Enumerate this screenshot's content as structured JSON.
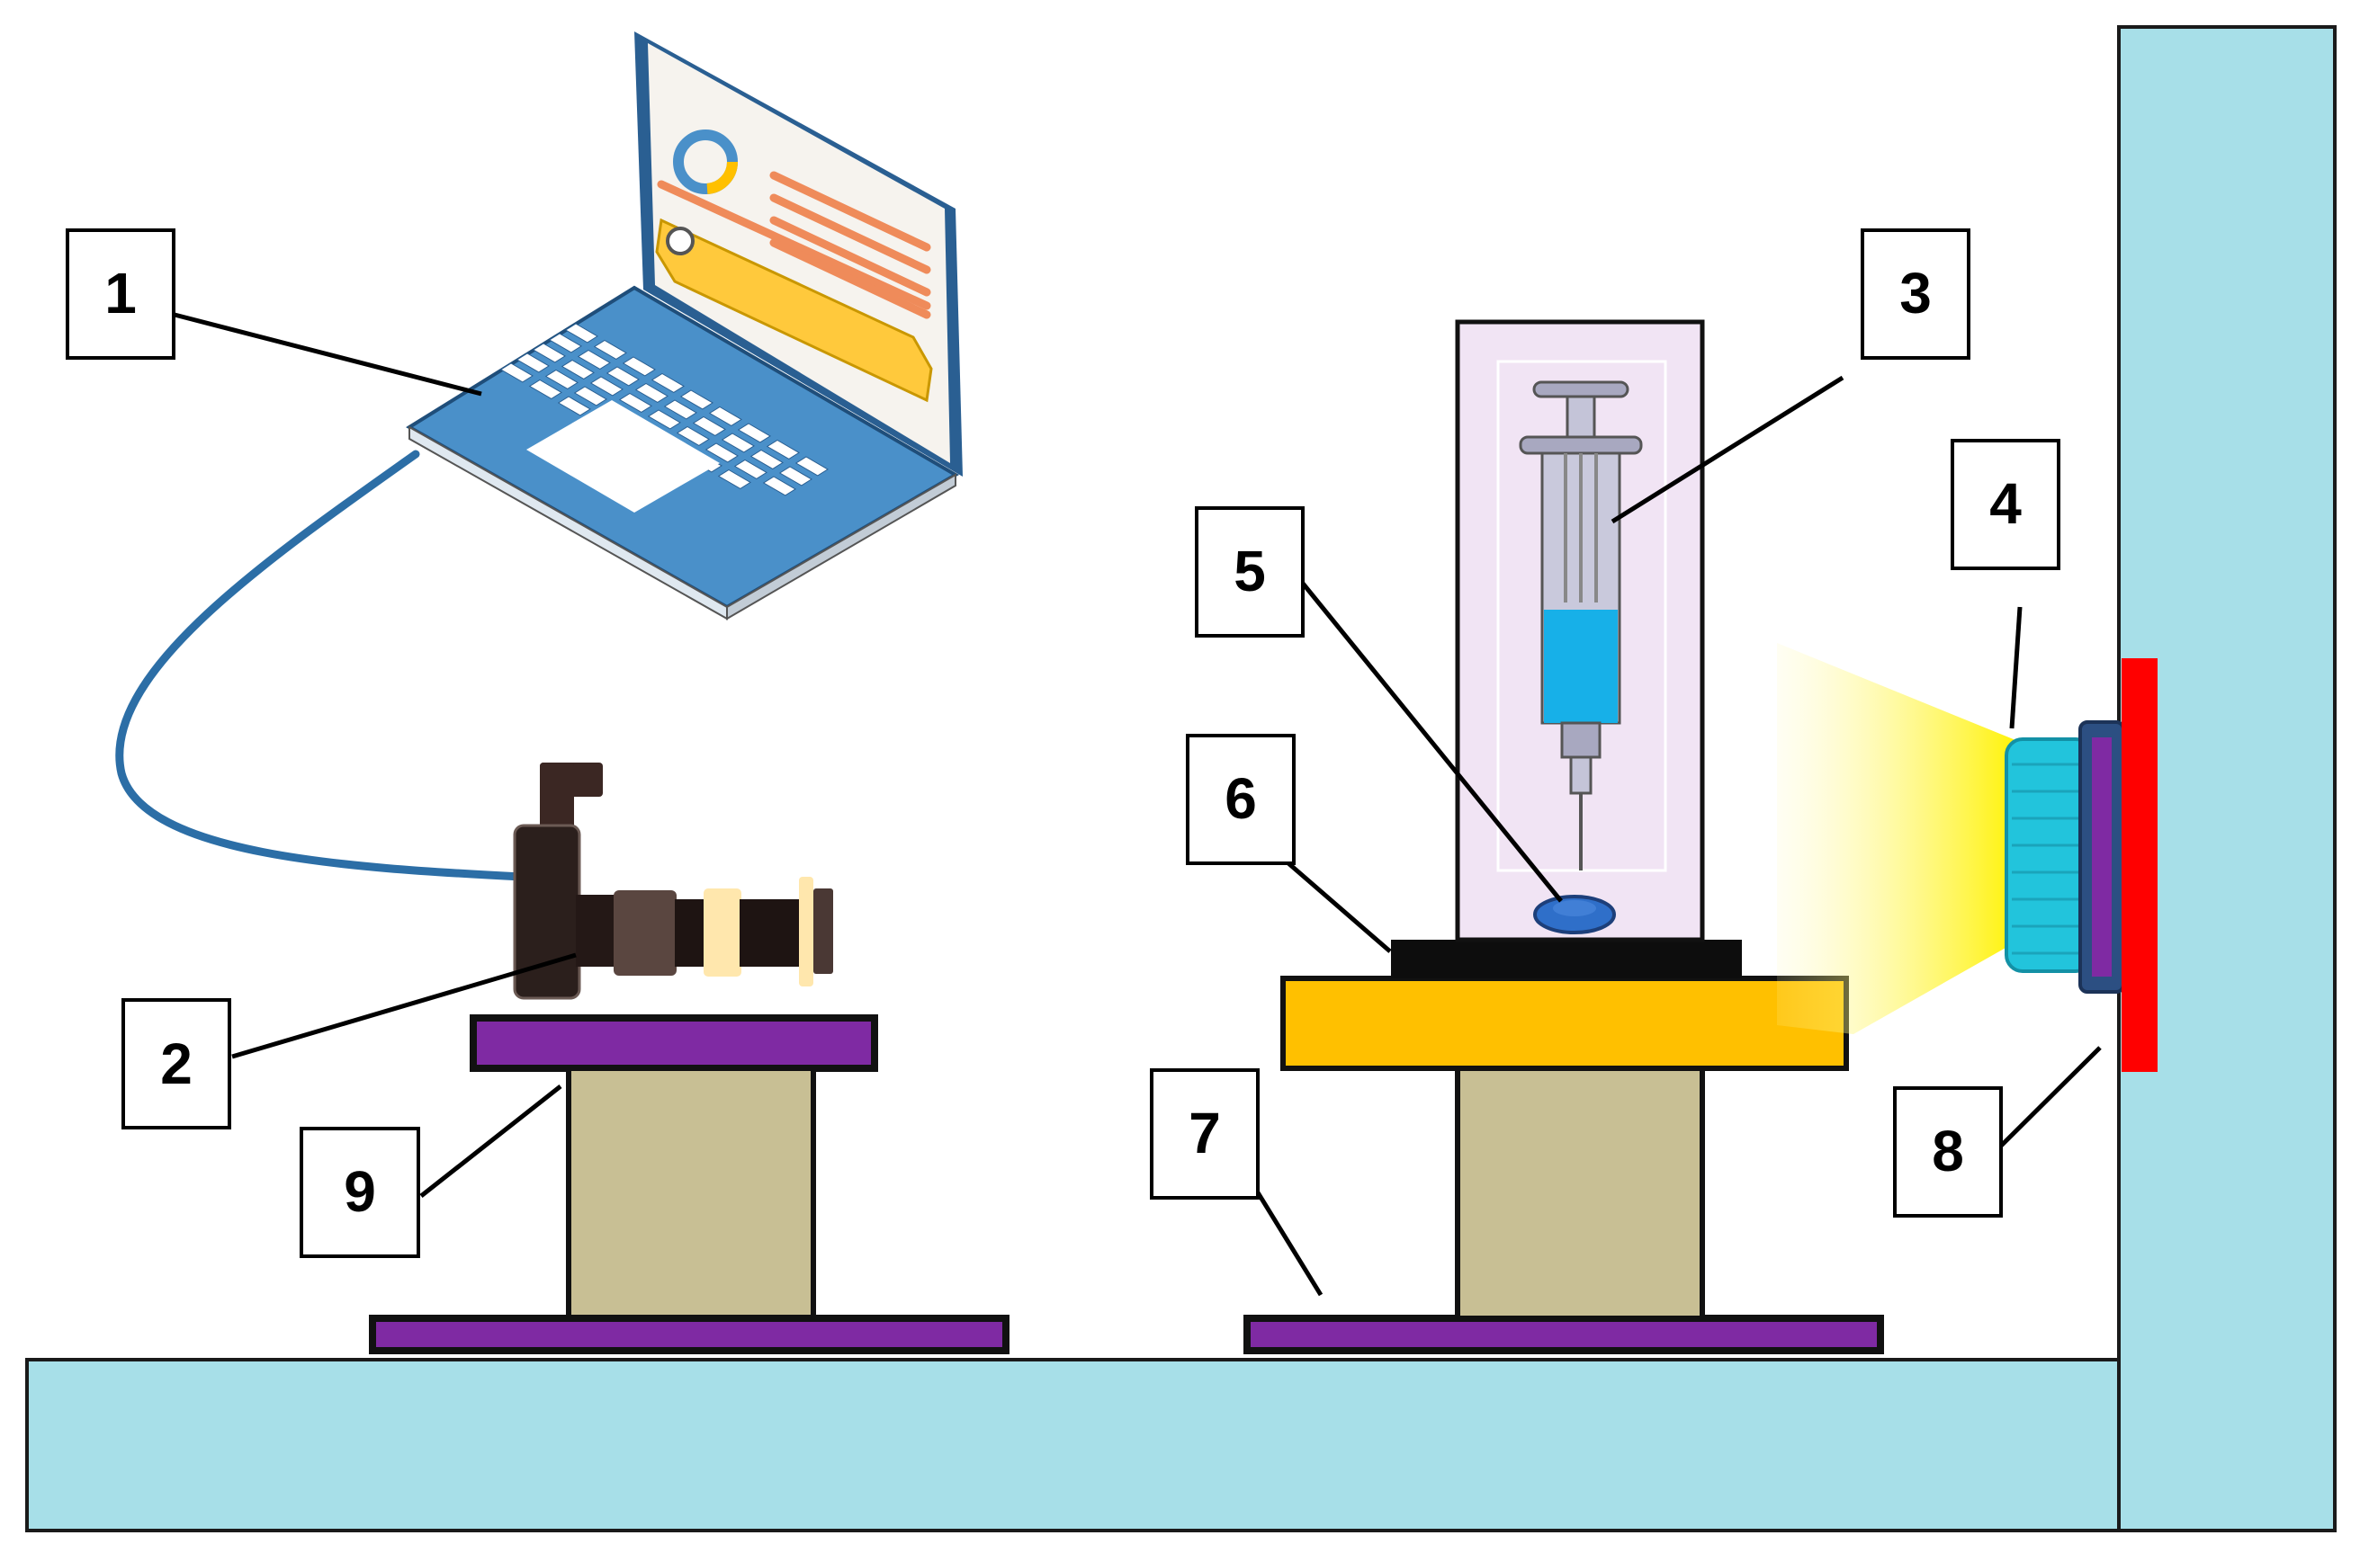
{
  "callouts": [
    {
      "id": "1",
      "label": "1"
    },
    {
      "id": "2",
      "label": "2"
    },
    {
      "id": "3",
      "label": "3"
    },
    {
      "id": "4",
      "label": "4"
    },
    {
      "id": "5",
      "label": "5"
    },
    {
      "id": "6",
      "label": "6"
    },
    {
      "id": "7",
      "label": "7"
    },
    {
      "id": "8",
      "label": "8"
    },
    {
      "id": "9",
      "label": "9"
    }
  ],
  "colors": {
    "floor": "#a7dfe8",
    "purple": "#7f2aa3",
    "stand": "#c8bf94",
    "stage": "#ffc000",
    "chamber": "#f1e4f4",
    "liquid": "#17b0e8",
    "laptop": "#4a90c9",
    "light_red": "#ff0000",
    "light_ring": "#22c4dc",
    "cable": "#2c6ea6"
  },
  "icons": [
    "laptop-icon",
    "camera-icon",
    "syringe-icon",
    "light-source-icon"
  ]
}
